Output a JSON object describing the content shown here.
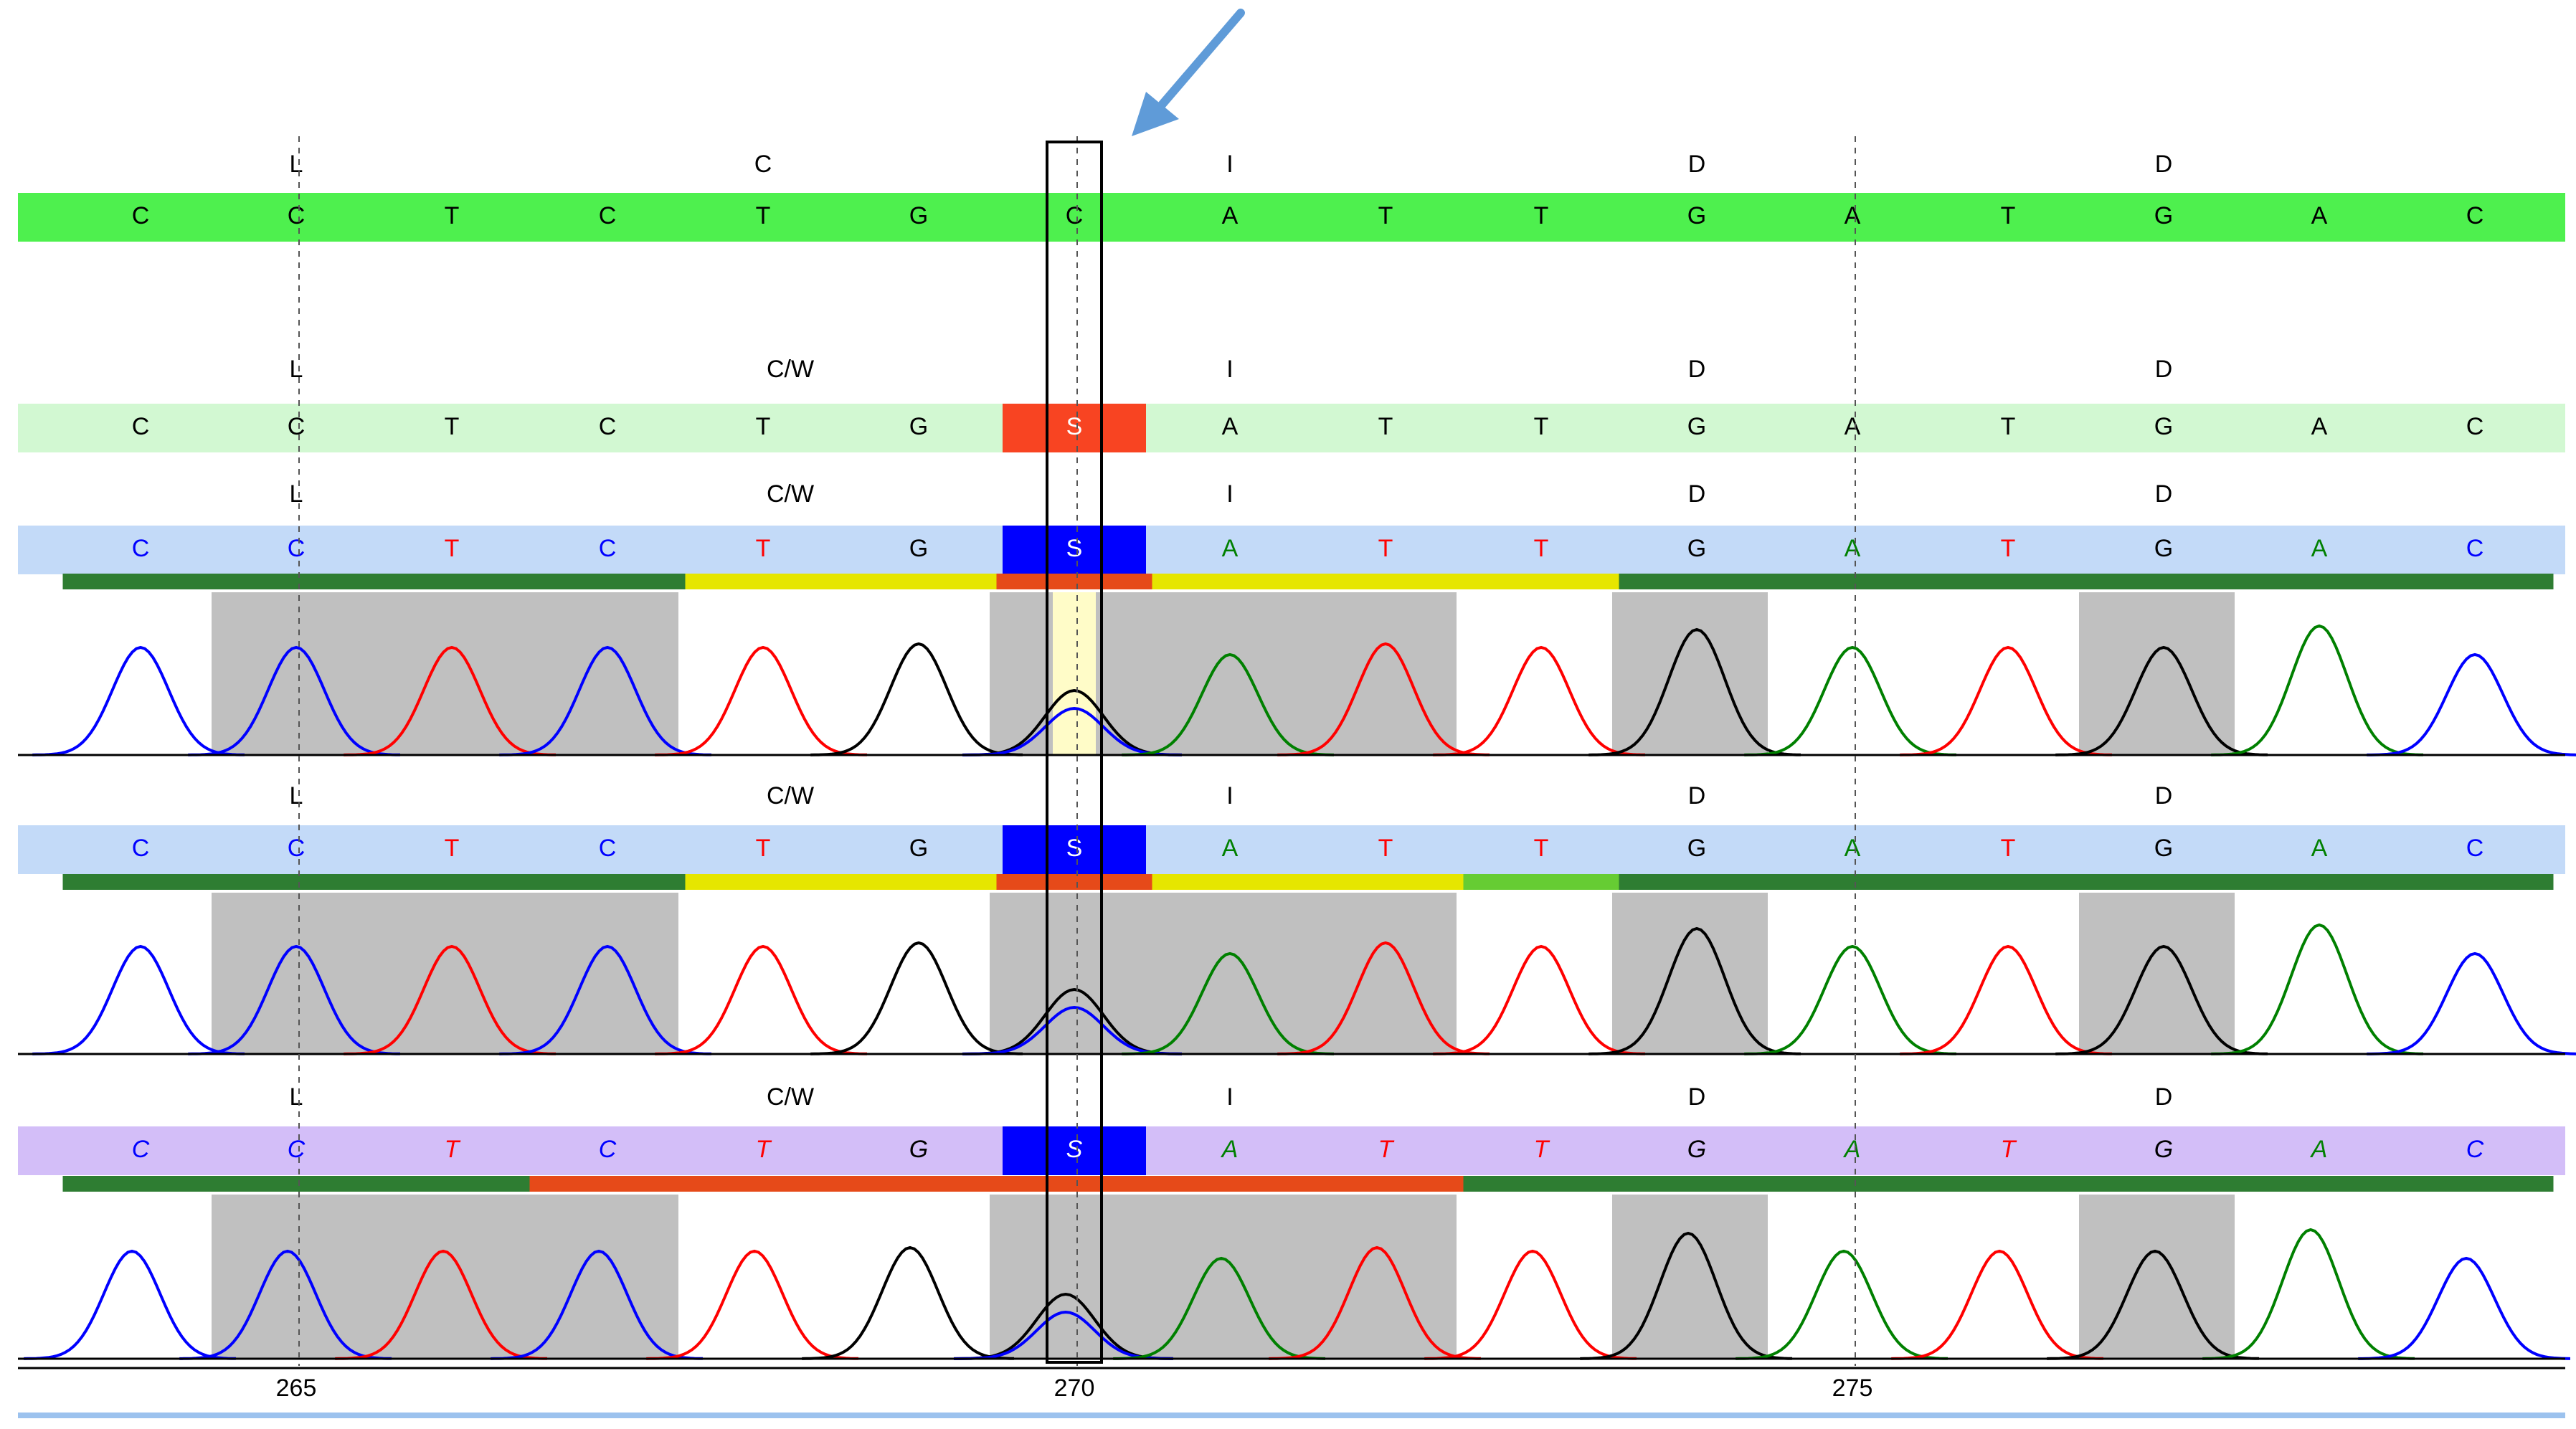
{
  "colors": {
    "ref_bg": "#4ef04e",
    "consensus_bg": "#d2f8d2",
    "read_bg": "#c3daf8",
    "read3_bg": "#d3bef8",
    "mismatch_bg": "#f84422",
    "ambig_bg": "#0000ff",
    "A": "#008000",
    "C": "#0000ff",
    "G": "#000000",
    "T": "#ff0000",
    "quality_high": "#2e7d32",
    "quality_mid": "#e6e600",
    "quality_light": "#66cc33",
    "quality_low": "#e64a19",
    "peak_shade": "#c0c0c0",
    "arrow": "#5f9bd8",
    "highlight": "#fffcc8"
  },
  "icons": {
    "arrow": "arrow-down-left-icon"
  },
  "reference": {
    "bases": [
      "C",
      "C",
      "T",
      "C",
      "T",
      "G",
      "C",
      "A",
      "T",
      "T",
      "G",
      "A",
      "T",
      "G",
      "A",
      "C"
    ],
    "amino_acids": [
      "L",
      "C",
      "I",
      "D",
      "D"
    ]
  },
  "consensus": {
    "bases": [
      "C",
      "C",
      "T",
      "C",
      "T",
      "G",
      "S",
      "A",
      "T",
      "T",
      "G",
      "A",
      "T",
      "G",
      "A",
      "C"
    ],
    "amino_acids": [
      "L",
      "C/W",
      "I",
      "D",
      "D"
    ]
  },
  "reads": [
    {
      "bases": [
        "C",
        "C",
        "T",
        "C",
        "T",
        "G",
        "S",
        "A",
        "T",
        "T",
        "G",
        "A",
        "T",
        "G",
        "A",
        "C"
      ],
      "amino_acids": [
        "L",
        "C/W",
        "I",
        "D",
        "D"
      ],
      "quality": [
        "high",
        "high",
        "high",
        "high",
        "mid",
        "mid",
        "low",
        "mid",
        "mid",
        "mid",
        "high",
        "high",
        "high",
        "high",
        "high",
        "high"
      ]
    },
    {
      "bases": [
        "C",
        "C",
        "T",
        "C",
        "T",
        "G",
        "S",
        "A",
        "T",
        "T",
        "G",
        "A",
        "T",
        "G",
        "A",
        "C"
      ],
      "amino_acids": [
        "L",
        "C/W",
        "I",
        "D",
        "D"
      ],
      "quality": [
        "high",
        "high",
        "high",
        "high",
        "mid",
        "mid",
        "low",
        "mid",
        "mid",
        "light",
        "high",
        "high",
        "high",
        "high",
        "high",
        "high"
      ]
    },
    {
      "bases": [
        "C",
        "C",
        "T",
        "C",
        "T",
        "G",
        "S",
        "A",
        "T",
        "T",
        "G",
        "A",
        "T",
        "G",
        "A",
        "C"
      ],
      "amino_acids": [
        "L",
        "C/W",
        "I",
        "D",
        "D"
      ],
      "quality": [
        "high",
        "high",
        "high",
        "low",
        "low",
        "low",
        "low",
        "low",
        "low",
        "high",
        "high",
        "high",
        "high",
        "high",
        "high",
        "high"
      ]
    }
  ],
  "ruler": {
    "labels": [
      "265",
      "270",
      "275"
    ]
  }
}
